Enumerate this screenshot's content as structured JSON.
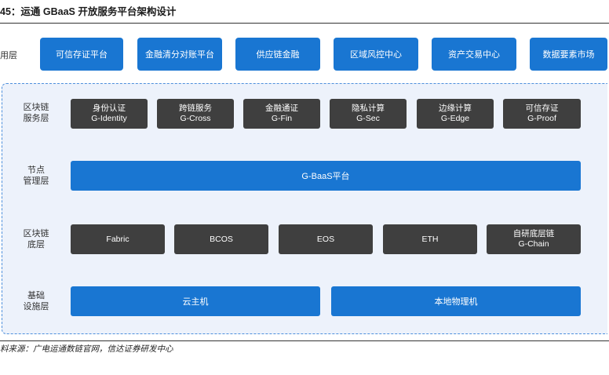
{
  "title": "45：运通 GBaaS 开放服务平台架构设计",
  "application_layer": {
    "label": "用层",
    "items": [
      "可信存证平台",
      "金融清分对账平台",
      "供应链金融",
      "区域风控中心",
      "资产交易中心",
      "数据要素市场"
    ]
  },
  "blockchain_service_layer": {
    "label_line1": "区块链",
    "label_line2": "服务层",
    "items": [
      {
        "cn": "身份认证",
        "en": "G-Identity"
      },
      {
        "cn": "跨链服务",
        "en": "G-Cross"
      },
      {
        "cn": "金融通证",
        "en": "G-Fin"
      },
      {
        "cn": "隐私计算",
        "en": "G-Sec"
      },
      {
        "cn": "边缘计算",
        "en": "G-Edge"
      },
      {
        "cn": "可信存证",
        "en": "G-Proof"
      }
    ]
  },
  "node_management_layer": {
    "label_line1": "节点",
    "label_line2": "管理层",
    "bar": "G-BaaS平台"
  },
  "blockchain_base_layer": {
    "label_line1": "区块链",
    "label_line2": "底层",
    "items": [
      {
        "line1": "Fabric",
        "line2": ""
      },
      {
        "line1": "BCOS",
        "line2": ""
      },
      {
        "line1": "EOS",
        "line2": ""
      },
      {
        "line1": "ETH",
        "line2": ""
      },
      {
        "line1": "自研底层链",
        "line2": "G-Chain"
      }
    ]
  },
  "infrastructure_layer": {
    "label_line1": "基础",
    "label_line2": "设施层",
    "items": [
      "云主机",
      "本地物理机"
    ]
  },
  "source": "料来源：广电运通数链官网，信达证券研发中心",
  "colors": {
    "accent_blue": "#1976d2",
    "dark_box": "#3f3f3f",
    "panel_bg": "#edf2fb",
    "dash_border": "#4d8fdc"
  }
}
